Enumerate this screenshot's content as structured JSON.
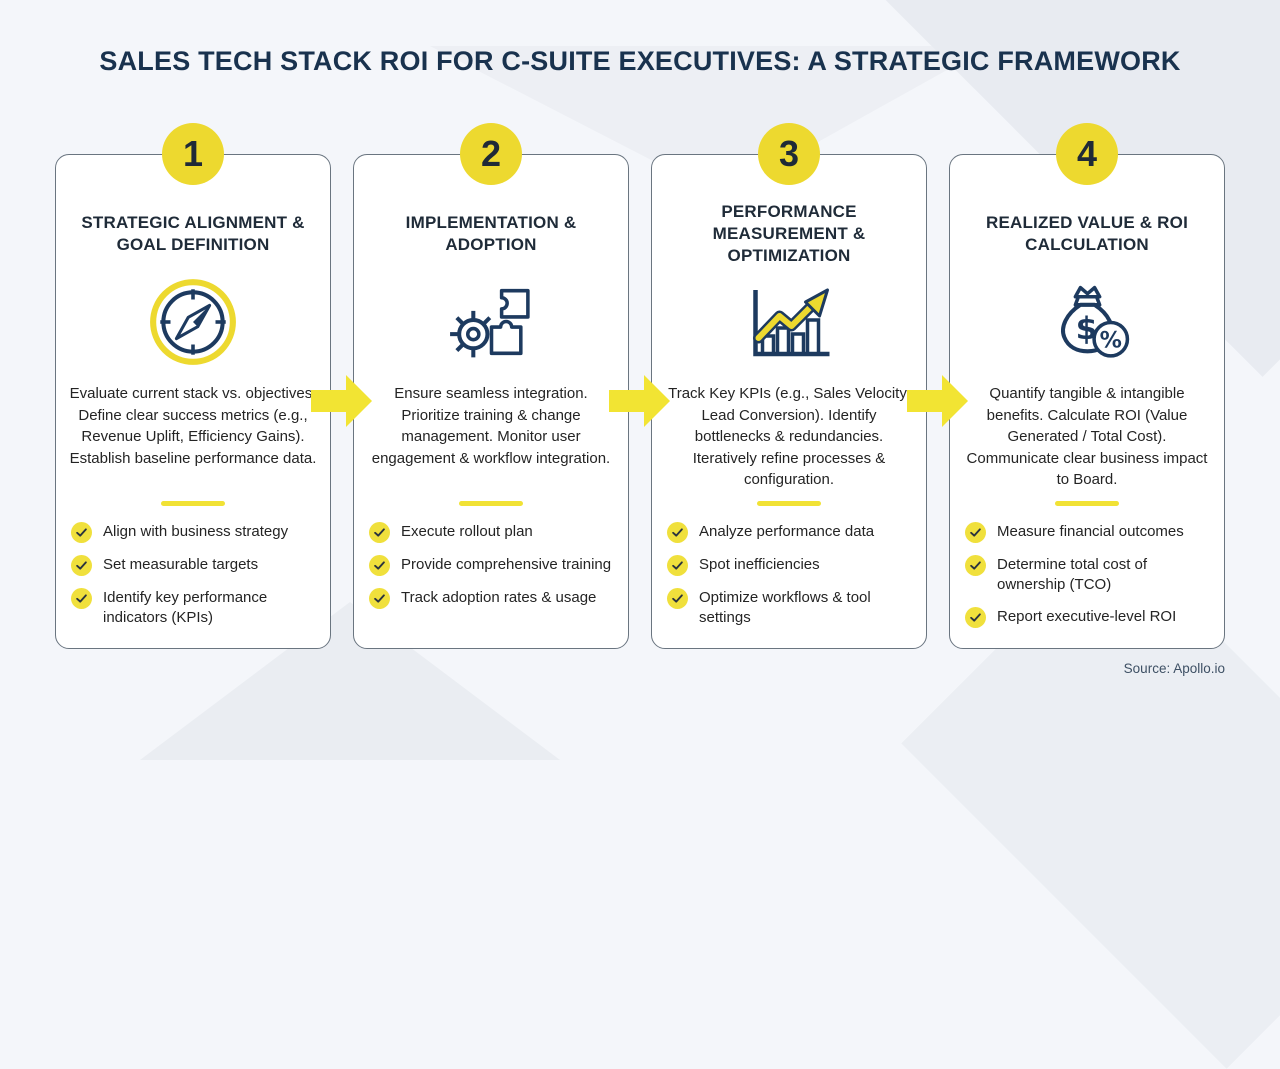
{
  "page": {
    "title": "SALES TECH STACK ROI FOR C-SUITE EXECUTIVES: A STRATEGIC FRAMEWORK",
    "source": "Source: Apollo.io"
  },
  "colors": {
    "accent_yellow": "#EDD92F",
    "navy": "#1D3A5F",
    "title_navy": "#19324E",
    "background": "#F4F6FA",
    "card_background": "#FFFFFF"
  },
  "steps": [
    {
      "number": "1",
      "title": "STRATEGIC ALIGNMENT & GOAL DEFINITION",
      "icon": "compass-icon",
      "description": "Evaluate current stack vs. objectives. Define clear success metrics (e.g., Revenue Uplift, Efficiency Gains). Establish baseline performance data.",
      "checklist": [
        "Align with business strategy",
        "Set measurable targets",
        "Identify key performance indicators (KPIs)"
      ]
    },
    {
      "number": "2",
      "title": "IMPLEMENTATION & ADOPTION",
      "icon": "gear-puzzle-icon",
      "description": "Ensure seamless integration. Prioritize training & change management. Monitor user engagement & workflow integration.",
      "checklist": [
        "Execute rollout plan",
        "Provide comprehensive training",
        "Track adoption rates & usage"
      ]
    },
    {
      "number": "3",
      "title": "PERFORMANCE MEASUREMENT & OPTIMIZATION",
      "icon": "growth-chart-icon",
      "description": "Track Key KPIs (e.g., Sales Velocity, Lead Conversion). Identify bottlenecks & redundancies. Iteratively refine processes & configuration.",
      "checklist": [
        "Analyze performance data",
        "Spot inefficiencies",
        "Optimize workflows & tool settings"
      ]
    },
    {
      "number": "4",
      "title": "REALIZED VALUE & ROI CALCULATION",
      "icon": "money-bag-icon",
      "description": "Quantify tangible & intangible benefits. Calculate ROI (Value Generated / Total Cost). Communicate clear business impact to Board.",
      "checklist": [
        "Measure financial outcomes",
        "Determine total cost of ownership (TCO)",
        "Report executive-level ROI"
      ]
    }
  ]
}
